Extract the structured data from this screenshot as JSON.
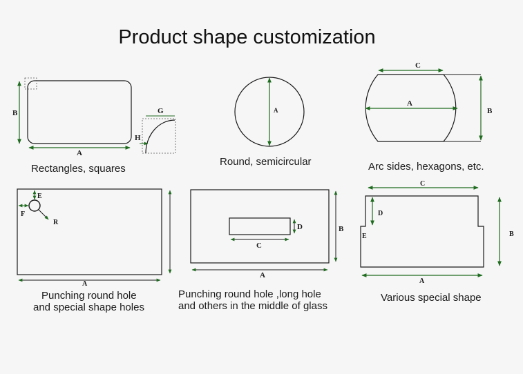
{
  "title": "Product shape customization",
  "colors": {
    "arrow": "#1f6b1f",
    "line": "#1a1a1a",
    "background": "#f6f6f6"
  },
  "panels": [
    {
      "caption": [
        "Rectangles, squares"
      ],
      "labels": {
        "a": "A",
        "b": "B",
        "g": "G",
        "h": "H"
      }
    },
    {
      "caption": [
        "Round, semicircular"
      ],
      "labels": {
        "a": "A"
      }
    },
    {
      "caption": [
        "Arc sides, hexagons, etc."
      ],
      "labels": {
        "a": "A",
        "b": "B",
        "c": "C"
      }
    },
    {
      "caption": [
        "Punching round hole",
        "and special shape holes"
      ],
      "labels": {
        "a": "A",
        "e": "E",
        "f": "F",
        "r": "R"
      }
    },
    {
      "caption": [
        "Punching round hole ,long hole",
        "and others  in the middle of glass"
      ],
      "labels": {
        "a": "A",
        "b": "B",
        "c": "C",
        "d": "D"
      }
    },
    {
      "caption": [
        "Various special shape"
      ],
      "labels": {
        "a": "A",
        "b": "B",
        "c": "C",
        "d": "D",
        "e": "E"
      }
    }
  ]
}
